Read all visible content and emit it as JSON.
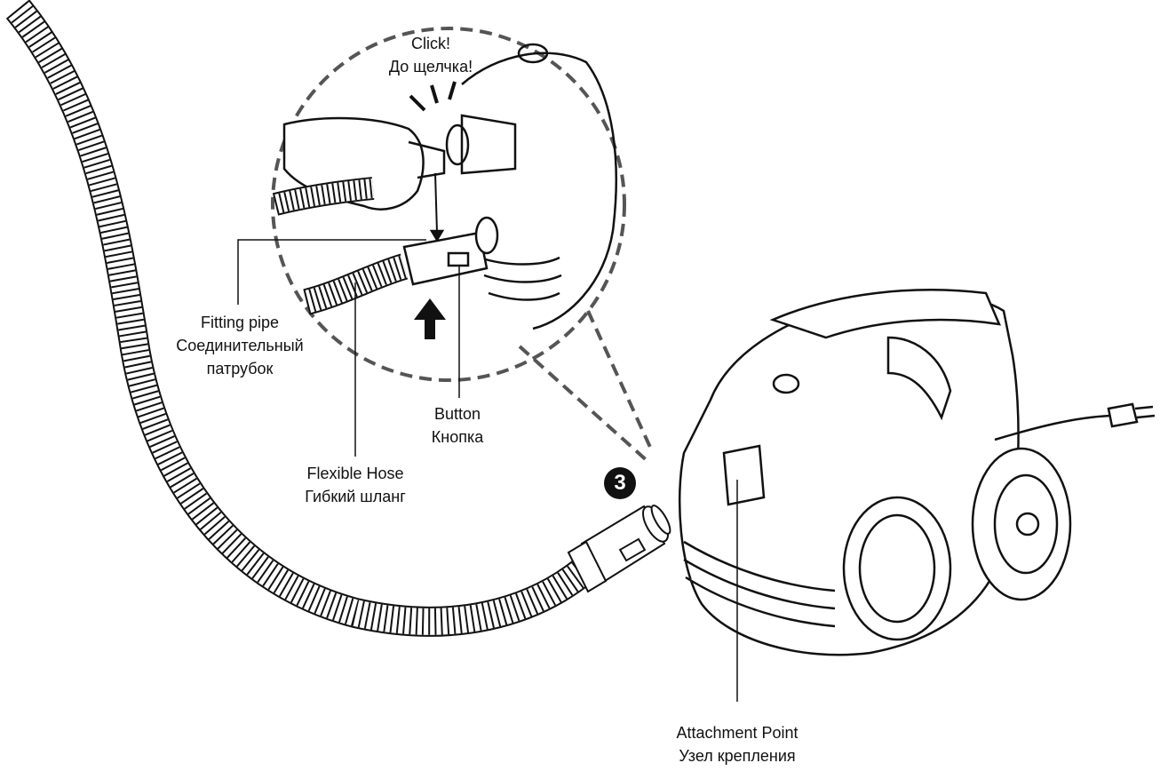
{
  "step": {
    "number": "3"
  },
  "labels": {
    "click": {
      "en": "Click!",
      "ru": "До щелчка!"
    },
    "fitting_pipe": {
      "en": "Fitting pipe",
      "ru1": "Соединительный",
      "ru2": "патрубок"
    },
    "button": {
      "en": "Button",
      "ru": "Кнопка"
    },
    "flexible_hose": {
      "en": "Flexible Hose",
      "ru": "Гибкий шланг"
    },
    "attachment_point": {
      "en": "Attachment Point",
      "ru": "Узел крепления"
    }
  },
  "colors": {
    "line": "#111111",
    "background": "#ffffff",
    "dash": "#555555"
  }
}
